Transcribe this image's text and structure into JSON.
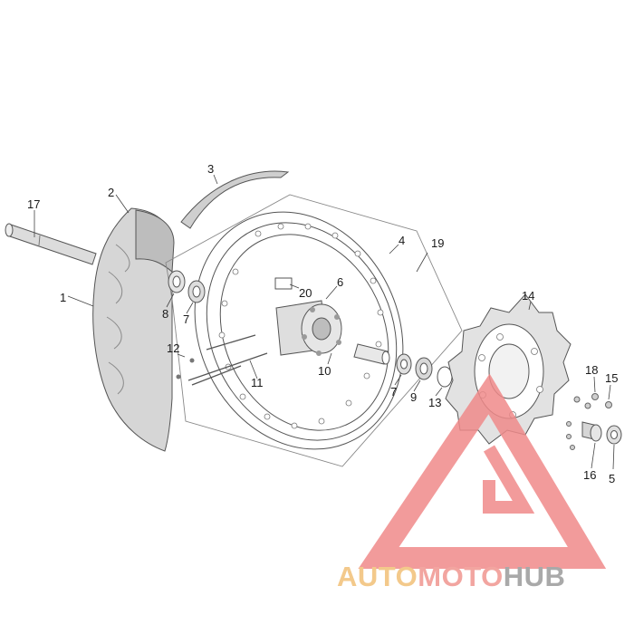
{
  "diagram": {
    "callouts": [
      {
        "id": "1",
        "text": "1"
      },
      {
        "id": "2",
        "text": "2"
      },
      {
        "id": "3",
        "text": "3"
      },
      {
        "id": "4",
        "text": "4"
      },
      {
        "id": "5",
        "text": "5"
      },
      {
        "id": "6",
        "text": "6"
      },
      {
        "id": "7a",
        "text": "7"
      },
      {
        "id": "7b",
        "text": "7"
      },
      {
        "id": "8",
        "text": "8"
      },
      {
        "id": "9",
        "text": "9"
      },
      {
        "id": "10",
        "text": "10"
      },
      {
        "id": "11",
        "text": "11"
      },
      {
        "id": "12",
        "text": "12"
      },
      {
        "id": "13",
        "text": "13"
      },
      {
        "id": "14",
        "text": "14"
      },
      {
        "id": "15",
        "text": "15"
      },
      {
        "id": "16",
        "text": "16"
      },
      {
        "id": "17",
        "text": "17"
      },
      {
        "id": "18",
        "text": "18"
      },
      {
        "id": "19",
        "text": "19"
      },
      {
        "id": "20",
        "text": "20"
      }
    ]
  },
  "watermark": {
    "part1": "AUTO",
    "part2": "MOTO",
    "part3": "HUB",
    "colors": {
      "part1": "#f3c98b",
      "part2": "#f2a5a0",
      "part3": "#a9a9a9",
      "logo": "#f08a8a"
    }
  }
}
